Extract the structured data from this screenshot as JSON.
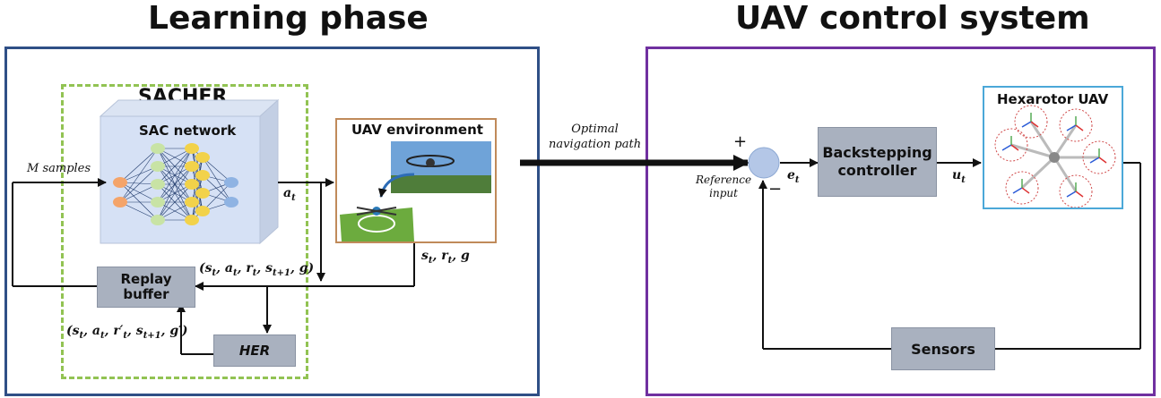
{
  "titles": {
    "left": "Learning phase",
    "right": "UAV control system"
  },
  "learning": {
    "sacher_label": "SACHER",
    "sac_network_label": "SAC network",
    "uav_env_label": "UAV environment",
    "m_samples": "M samples",
    "action": "a_t",
    "state_reward_goal": "s_t, r_t, g",
    "transition": "(s_t, a_t, r_t, s_t+1, g)",
    "her_transition": "(s_t, a_t, r'_t, s_t+1, g')",
    "replay_buffer": [
      "Replay",
      "buffer"
    ],
    "her_label": "HER"
  },
  "link": {
    "optimal_path": [
      "Optimal",
      "navigation path"
    ]
  },
  "control": {
    "plus": "+",
    "minus": "−",
    "reference_input": [
      "Reference",
      "input"
    ],
    "error": "e_t",
    "controller": [
      "Backstepping",
      "controller"
    ],
    "control_input": "u_t",
    "hexarotor_label": "Hexarotor UAV",
    "sensors_label": "Sensors"
  },
  "colors": {
    "learning_border": "#2f4f86",
    "control_border": "#7030a0",
    "sacher_dashed": "#92c353",
    "env_border": "#c08a5a",
    "hexa_border": "#4ba8d8",
    "gray_box": "#a9b1bf",
    "summing_junction": "#b4c7e7"
  }
}
